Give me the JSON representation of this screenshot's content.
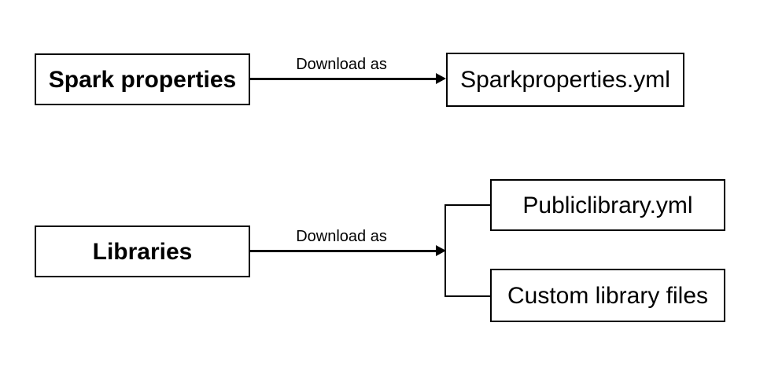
{
  "diagram": {
    "background_color": "#ffffff",
    "line_color": "#000000",
    "nodes": [
      {
        "id": "spark-properties",
        "label": "Spark properties",
        "emphasis": "bold"
      },
      {
        "id": "sparkproperties-yml",
        "label": "Sparkproperties.yml",
        "emphasis": "regular"
      },
      {
        "id": "libraries",
        "label": "Libraries",
        "emphasis": "bold"
      },
      {
        "id": "publiclibrary-yml",
        "label": "Publiclibrary.yml",
        "emphasis": "regular"
      },
      {
        "id": "custom-library-files",
        "label": "Custom library files",
        "emphasis": "regular"
      }
    ],
    "edges": [
      {
        "from": "spark-properties",
        "to": "sparkproperties-yml",
        "label": "Download as"
      },
      {
        "from": "libraries",
        "to": "publiclibrary-yml; custom-library-files",
        "label": "Download as"
      }
    ]
  }
}
